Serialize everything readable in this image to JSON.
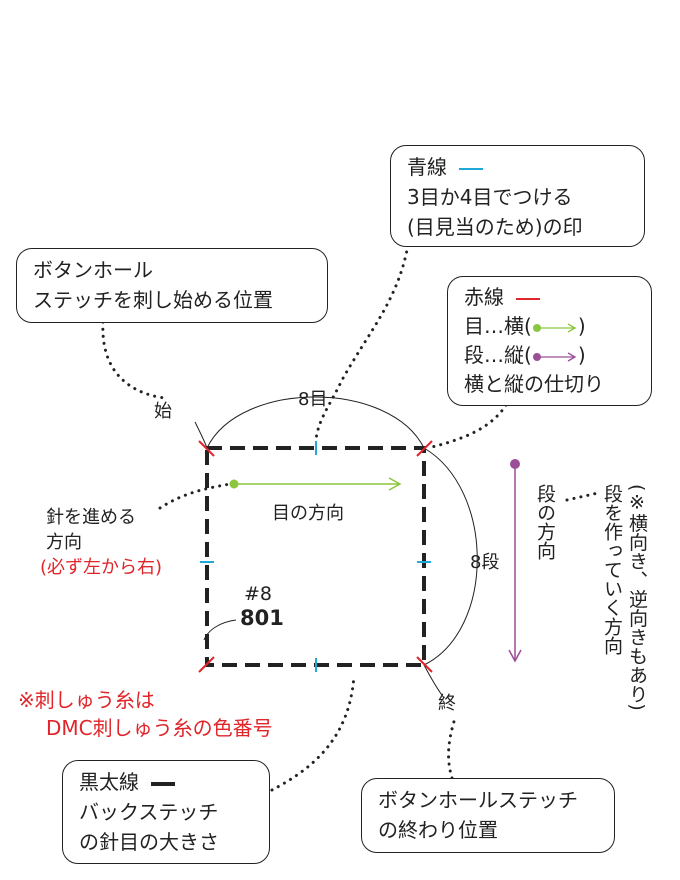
{
  "callouts": {
    "start": {
      "line1": "ボタンホール",
      "line2": "ステッチを刺し始める位置"
    },
    "blue": {
      "title": "青線",
      "line2": "3目か4目でつける",
      "line3": "(目見当のため)の印"
    },
    "red": {
      "title": "赤線",
      "line2_pre": "目…横(",
      "line2_post": ")",
      "line3_pre": "段…縦(",
      "line3_post": ")",
      "line4": "横と縦の仕切り"
    },
    "black": {
      "title": "黒太線",
      "line2": "バックステッチ",
      "line3": "の針目の大きさ"
    },
    "end": {
      "line1": "ボタンホールステッチ",
      "line2": "の終わり位置"
    }
  },
  "labels": {
    "start_mark": "始",
    "end_mark": "終",
    "stitches": "8目",
    "rows": "8段",
    "needle_line1": "針を進める",
    "needle_line2": "方向",
    "needle_note": "(必ず左から右)",
    "stitch_direction": "目の方向",
    "row_direction": "段の方向",
    "row_note_line1": "(※横向き、逆向きもあり)",
    "row_note_line2": "段を作っていく方向",
    "thread_num": "#8",
    "thread_color": "801",
    "dmc_note_line1": "※刺しゅう糸は",
    "dmc_note_line2": "DMC刺しゅう糸の色番号"
  },
  "colors": {
    "blue_mark": "#1fa8d8",
    "red_mark": "#e0262b",
    "green_arrow": "#8cc63f",
    "purple_arrow": "#9b4f96",
    "note_red": "#e0262b",
    "black": "#222222"
  }
}
